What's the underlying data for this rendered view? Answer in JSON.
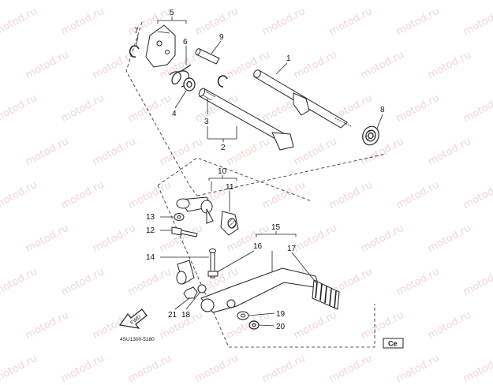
{
  "watermark": "motod.ru",
  "part_labels": [
    "1",
    "2",
    "3",
    "4",
    "5",
    "6",
    "7",
    "8",
    "9",
    "10",
    "11",
    "12",
    "13",
    "14",
    "15",
    "16",
    "17",
    "18",
    "19",
    "20",
    "21"
  ],
  "fwd_label": "FWD",
  "diagram_code": "4SU1300-5180",
  "badge": "Ce"
}
